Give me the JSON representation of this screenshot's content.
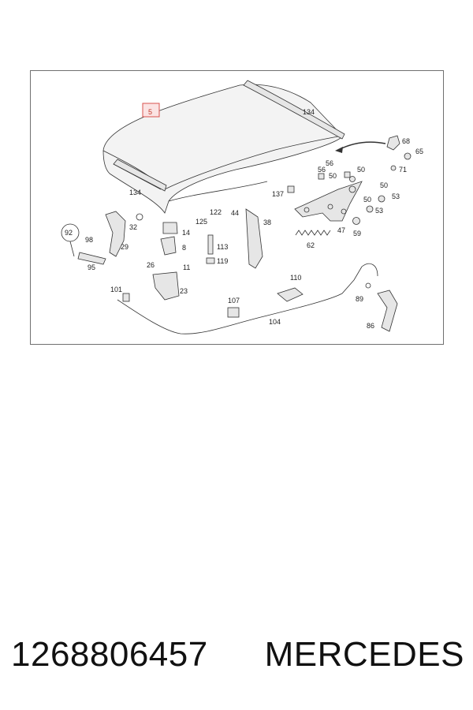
{
  "diagram": {
    "highlight_color": "#d9534f",
    "callouts": {
      "c5": "5",
      "c134a": "134",
      "c134b": "134",
      "c68": "68",
      "c65": "65",
      "c71": "71",
      "c56a": "56",
      "c56b": "56",
      "c50a": "50",
      "c50b": "50",
      "c50c": "50",
      "c50d": "50",
      "c53a": "53",
      "c53b": "53",
      "c137": "137",
      "c47": "47",
      "c59": "59",
      "c62": "62",
      "c122": "122",
      "c125": "125",
      "c44": "44",
      "c38": "38",
      "c32": "32",
      "c14": "14",
      "c92": "92",
      "c98": "98",
      "c29": "29",
      "c95": "95",
      "c113": "113",
      "c8": "8",
      "c119": "119",
      "c26": "26",
      "c11": "11",
      "c23": "23",
      "c110": "110",
      "c89": "89",
      "c101": "101",
      "c107": "107",
      "c104": "104",
      "c86": "86"
    }
  },
  "caption": {
    "part_number": "1268806457",
    "brand": "MERCEDES"
  }
}
